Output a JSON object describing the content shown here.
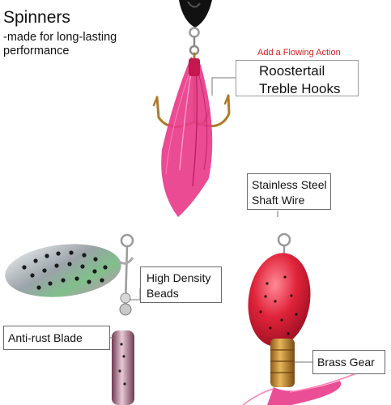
{
  "header": {
    "title": "Spinners",
    "subtitle": "-made for long-lasting performance"
  },
  "annotations": {
    "action_note": "Add a Flowing Action",
    "roostertail_line1": "Roostertail",
    "roostertail_line2": "Treble Hooks",
    "shaft_line1": "Stainless Steel",
    "shaft_line2": "Shaft Wire",
    "beads_line1": "High Density",
    "beads_line2": "Beads",
    "blade": "Anti-rust Blade",
    "gear": "Brass Gear"
  },
  "colors": {
    "feather": "#e83c8a",
    "red_blade": "#e0233a",
    "brass": "#c8953a",
    "note_red": "#d41e1e"
  }
}
